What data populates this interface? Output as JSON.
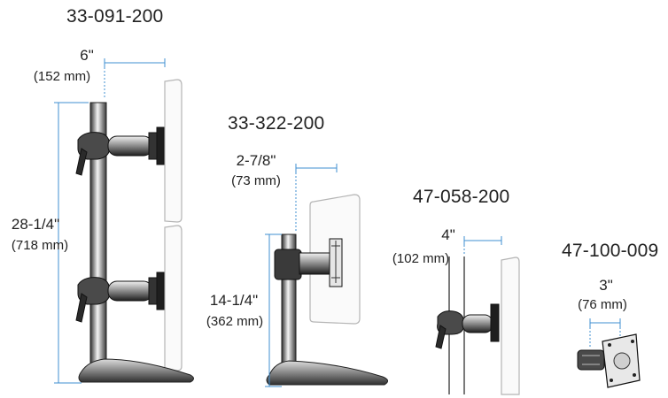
{
  "colors": {
    "dimension_line": "#3f8fd2",
    "hardware": "#2a2a2a",
    "monitor_outline": "#b5b5b5",
    "text": "#222222"
  },
  "products": [
    {
      "model": "33-091-200",
      "horizontal_inches": "6\"",
      "horizontal_mm": "(152 mm)",
      "vertical_inches": "28-1/4\"",
      "vertical_mm": "(718 mm)"
    },
    {
      "model": "33-322-200",
      "horizontal_inches": "2-7/8\"",
      "horizontal_mm": "(73 mm)",
      "vertical_inches": "14-1/4\"",
      "vertical_mm": "(362 mm)"
    },
    {
      "model": "47-058-200",
      "horizontal_inches": "4\"",
      "horizontal_mm": "(102 mm)"
    },
    {
      "model": "47-100-009",
      "horizontal_inches": "3\"",
      "horizontal_mm": "(76 mm)"
    }
  ]
}
